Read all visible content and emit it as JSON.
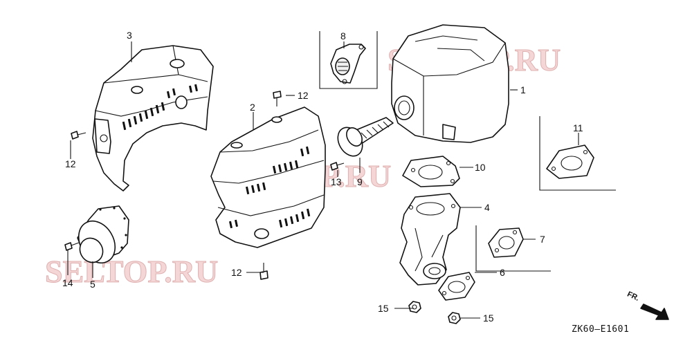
{
  "watermarks": [
    "SELTOP.RU",
    "SELTOP.RU",
    "SELTOP.RU"
  ],
  "callouts": {
    "c1": "1",
    "c2": "2",
    "c3": "3",
    "c4": "4",
    "c5": "5",
    "c6": "6",
    "c7": "7",
    "c8": "8",
    "c9": "9",
    "c10": "10",
    "c11": "11",
    "c12a": "12",
    "c12b": "12",
    "c12c": "12",
    "c13": "13",
    "c14": "14",
    "c15a": "15",
    "c15b": "15"
  },
  "direction_label": "FR.",
  "diagram_code": "ZK60—E1601"
}
